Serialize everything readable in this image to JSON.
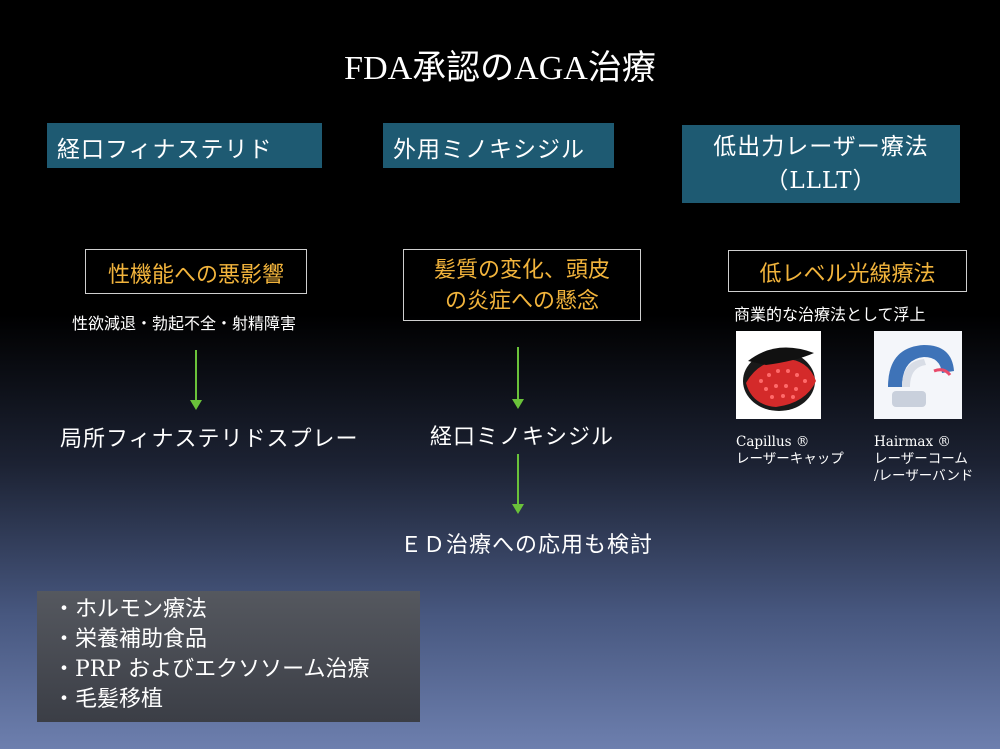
{
  "title": "FDA承認のAGA治療",
  "columns": [
    {
      "header": "経口フィナステリド",
      "issue": "性機能への悪影響",
      "issue_detail": "性欲減退・勃起不全・射精障害",
      "result": "局所フィナステリドスプレー"
    },
    {
      "header": "外用ミノキシジル",
      "issue_line1": "髪質の変化、頭皮",
      "issue_line2": "の炎症への懸念",
      "result": "経口ミノキシジル",
      "result2": "ＥＤ治療への応用も検討"
    },
    {
      "header_line1": "低出力レーザー療法",
      "header_line2": "（LLLT）",
      "issue": "低レベル光線療法",
      "issue_detail": "商業的な治療法として浮上",
      "products": [
        {
          "name": "Capillus ®",
          "desc": "レーザーキャップ"
        },
        {
          "name": "Hairmax ®",
          "desc1": "レーザーコーム",
          "desc2": "/レーザーバンド"
        }
      ]
    }
  ],
  "others": [
    "・ホルモン療法",
    "・栄養補助食品",
    "・PRP およびエクソソーム治療",
    "・毛髪移植"
  ],
  "colors": {
    "header_bg": "#1e5a72",
    "issue_text": "#f2b43c",
    "arrow": "#6ac23a"
  }
}
